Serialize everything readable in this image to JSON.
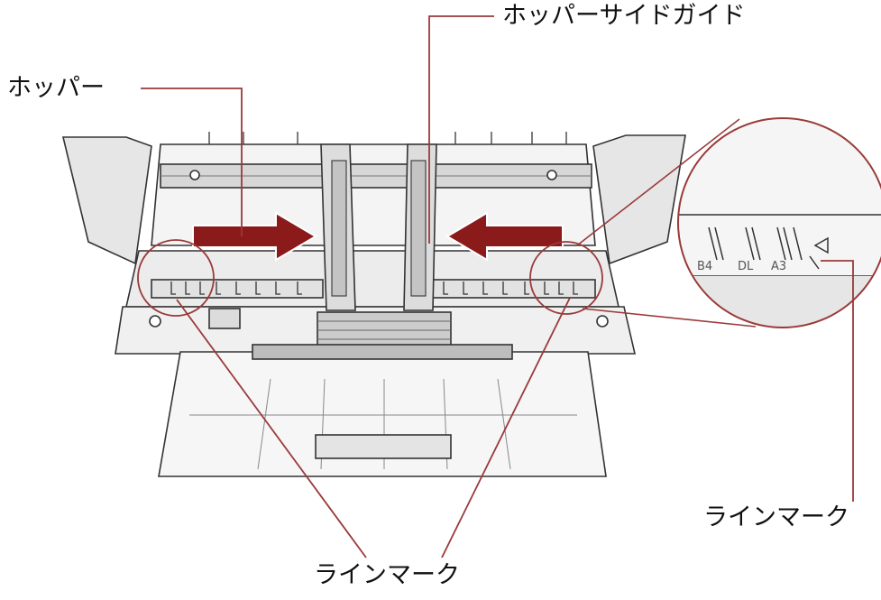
{
  "labels": {
    "hopper": "ホッパー",
    "hopper_side_guide": "ホッパーサイドガイド",
    "line_mark_right": "ラインマーク",
    "line_mark_bottom": "ラインマーク"
  },
  "magnifier": {
    "marks": [
      "B4",
      "DL",
      "A3"
    ]
  },
  "colors": {
    "arrow": "#8b1a1a",
    "leader": "#9a3a3a",
    "outline": "#333333",
    "fill": "#f0f0f0",
    "shade": "#cfcfcf"
  }
}
